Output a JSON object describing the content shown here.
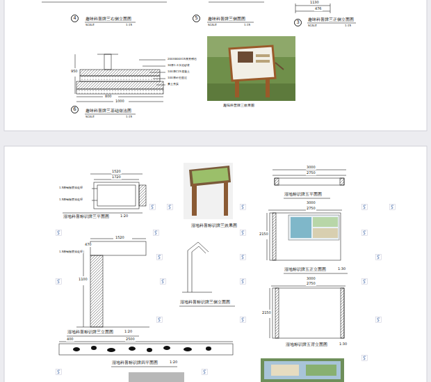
{
  "diagram": {
    "nodes": [
      {
        "text": [
          "4"
        ]
      },
      {
        "text": [
          "5"
        ]
      },
      {
        "text": [
          "3"
        ]
      },
      {
        "text": [
          "6"
        ]
      }
    ],
    "labels": [
      "1130",
      "476",
      "趣味科普牌三右侧立面图",
      "SCALE",
      "1:15",
      "趣味科普牌三侧面图",
      "SCALE",
      "1:15",
      "趣味科普牌三正侧立面图",
      "SCALE",
      "1:15",
      "950",
      "800",
      "1000",
      "200X800X15厚黄锈石",
      "30厚1:3水泥砂浆",
      "100厚C15混凝土",
      "100厚碎石垫层",
      "素土夯实",
      "趣味科普牌三基础做法图",
      "SCALE",
      "1:15",
      "趣味科普牌三效果图",
      "1520",
      "1720",
      "1.5厚钢板喷漆处理",
      "1.5厚钢板喷漆处理",
      "湿地科普标识牌三平面图",
      "1:20",
      "湿地科普标识牌三效果图",
      "3000",
      "2750",
      "湿地标识牌五平面图",
      "1520",
      "1100",
      "470",
      "1.5厚钢板喷漆处理",
      "湿地科普标识牌三立面图",
      "1:20",
      "湿地科普标识牌三侧立面图",
      "3000",
      "2750",
      "2150",
      "湿地标识牌五正立面图",
      "1:30",
      "3000",
      "2750",
      "2150",
      "湿地标识牌五背立面图",
      "1:30",
      "400",
      "2500",
      "湿地科普标识牌四平面图",
      "1:20"
    ]
  }
}
